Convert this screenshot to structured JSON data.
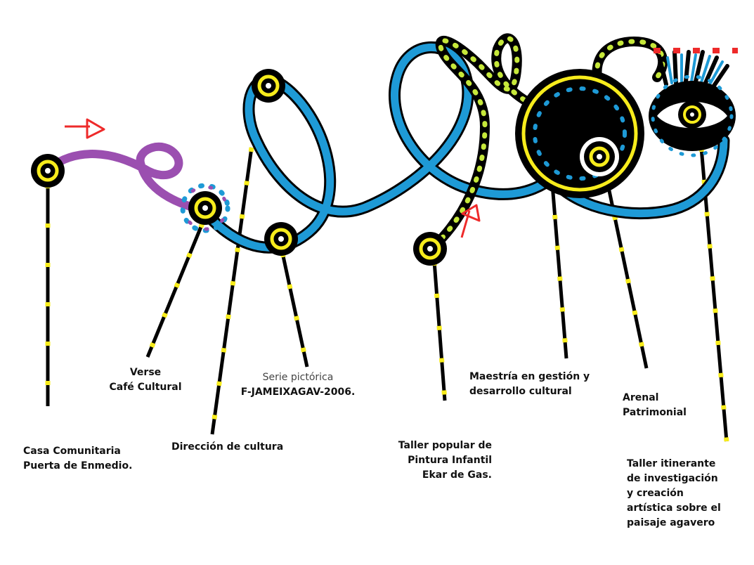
{
  "colors": {
    "route_blue": "#1e9ad6",
    "route_purple": "#9b4fb0",
    "node_yellow": "#f7ec1c",
    "dot_green": "#c6e83a",
    "arrow_red": "#ee2a2a",
    "ink": "#000000"
  },
  "labels": {
    "casa_comunitaria": [
      "Casa Comunitaria",
      "Puerta de Enmedio."
    ],
    "verse_cafe": [
      "Verse",
      "Café Cultural"
    ],
    "direccion_cultura": [
      "Dirección de cultura"
    ],
    "serie_pictorica": [
      "Serie pictórica",
      "F-JAMEIXAGAV-2006."
    ],
    "taller_popular": [
      "Taller popular de",
      "Pintura Infantil",
      "Ekar de Gas."
    ],
    "maestria": [
      "Maestría en gestión y",
      "desarrollo cultural"
    ],
    "arenal": [
      "Arenal",
      "Patrimonial"
    ],
    "taller_itinerante": [
      "Taller itinerante",
      "de investigación",
      "y creación",
      "artística sobre el",
      "paisaje agavero"
    ]
  },
  "icons": [
    "arrow-icon",
    "arrow-icon"
  ]
}
